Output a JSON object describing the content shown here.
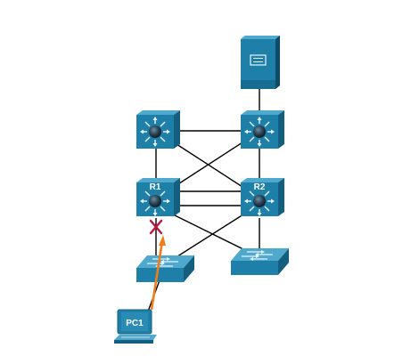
{
  "diagram": {
    "devices": {
      "server": {
        "label": "",
        "icon": "server-icon"
      },
      "top_left_switch": {
        "label": "",
        "icon": "multilayer-switch-icon"
      },
      "top_right_switch": {
        "label": "",
        "icon": "multilayer-switch-icon"
      },
      "r1": {
        "label": "R1",
        "icon": "multilayer-switch-icon"
      },
      "r2": {
        "label": "R2",
        "icon": "multilayer-switch-icon"
      },
      "access_switch_left": {
        "label": "",
        "icon": "switch-icon"
      },
      "access_switch_right": {
        "label": "",
        "icon": "switch-icon"
      },
      "pc1": {
        "label": "PC1",
        "icon": "pc-icon"
      }
    },
    "markers": {
      "failed_link": {
        "icon": "red-x-icon",
        "color": "#c0143c"
      },
      "traffic_arrow": {
        "icon": "orange-arrow-icon",
        "color": "#f07d1a"
      }
    },
    "colors": {
      "device_face": "#1e7fa8",
      "device_top": "#4fa9cc",
      "device_side": "#145e80",
      "link": "#000000"
    }
  }
}
